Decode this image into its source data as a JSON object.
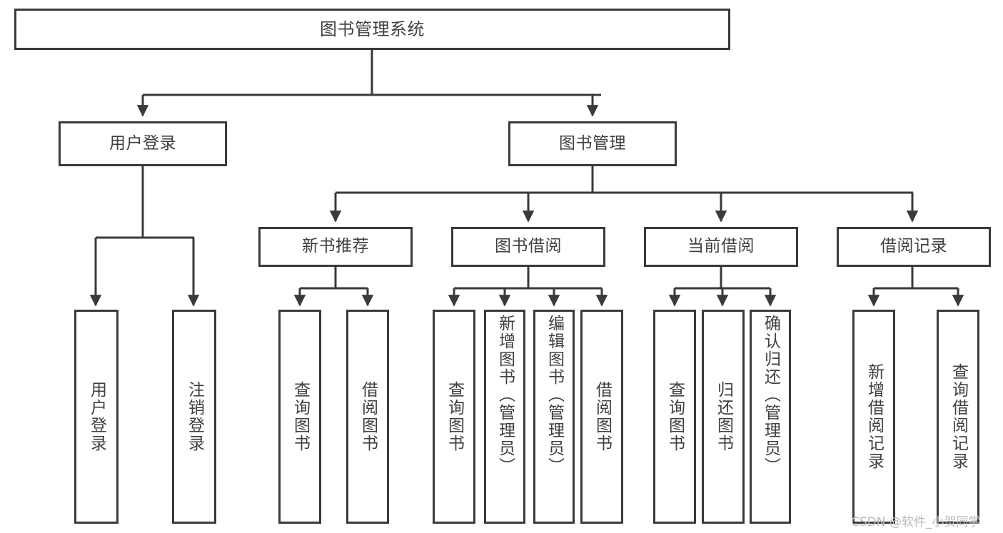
{
  "diagram": {
    "title": "图书管理系统",
    "type": "tree",
    "levels": 4,
    "nodes": {
      "root": {
        "label": "图书管理系统",
        "orientation": "horizontal"
      },
      "l2": [
        {
          "label": "用户登录",
          "orientation": "horizontal"
        },
        {
          "label": "图书管理",
          "orientation": "horizontal"
        }
      ],
      "l3": [
        {
          "label": "新书推荐",
          "orientation": "horizontal"
        },
        {
          "label": "图书借阅",
          "orientation": "horizontal"
        },
        {
          "label": "当前借阅",
          "orientation": "horizontal"
        },
        {
          "label": "借阅记录",
          "orientation": "horizontal"
        }
      ],
      "leaves_user_login": [
        {
          "label": "用户登录",
          "orientation": "vertical"
        },
        {
          "label": "注销登录",
          "orientation": "vertical"
        }
      ],
      "leaves_new_book": [
        {
          "label": "查询图书",
          "orientation": "vertical"
        },
        {
          "label": "借阅图书",
          "orientation": "vertical"
        }
      ],
      "leaves_borrow": [
        {
          "label": "查询图书",
          "orientation": "vertical"
        },
        {
          "label": "新增图书（管理员）",
          "orientation": "vertical"
        },
        {
          "label": "编辑图书（管理员）",
          "orientation": "vertical"
        },
        {
          "label": "借阅图书",
          "orientation": "vertical"
        }
      ],
      "leaves_current": [
        {
          "label": "查询图书",
          "orientation": "vertical"
        },
        {
          "label": "归还图书",
          "orientation": "vertical"
        },
        {
          "label": "确认归还（管理员）",
          "orientation": "vertical"
        }
      ],
      "leaves_records": [
        {
          "label": "新增借阅记录",
          "orientation": "vertical"
        },
        {
          "label": "查询借阅记录",
          "orientation": "vertical"
        }
      ]
    },
    "colors": {
      "box_border": "#3a3a3a",
      "box_fill": "#ffffff",
      "text": "#404040",
      "edge": "#3a3a3a",
      "background": "#ffffff",
      "watermark": "#b9b9b9"
    }
  },
  "watermark": {
    "text": "CSDN @软件_小贺同学"
  }
}
